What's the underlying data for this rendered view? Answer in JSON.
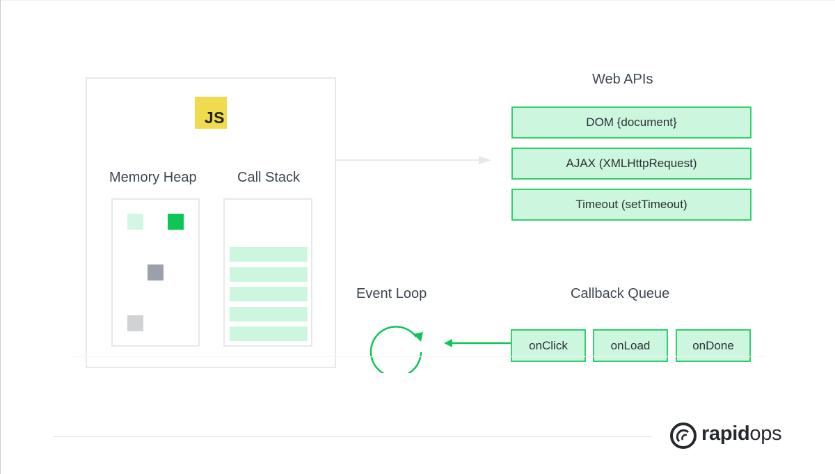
{
  "engine": {
    "logo_text": "JS",
    "memory_heap_label": "Memory Heap",
    "call_stack_label": "Call Stack"
  },
  "web_apis": {
    "title": "Web APIs",
    "items": [
      "DOM {document}",
      "AJAX (XMLHttpRequest)",
      "Timeout (setTimeout)"
    ]
  },
  "event_loop": {
    "label": "Event Loop"
  },
  "callback_queue": {
    "title": "Callback Queue",
    "items": [
      "onClick",
      "onLoad",
      "onDone"
    ]
  },
  "brand": {
    "name_bold": "rapid",
    "name_regular": "ops"
  },
  "colors": {
    "accent_green": "#0cc655",
    "light_green": "#cdf6df",
    "js_yellow": "#f0db4f",
    "gray_block": "#9ba1ab",
    "light_gray_block": "#d1d2d4"
  }
}
